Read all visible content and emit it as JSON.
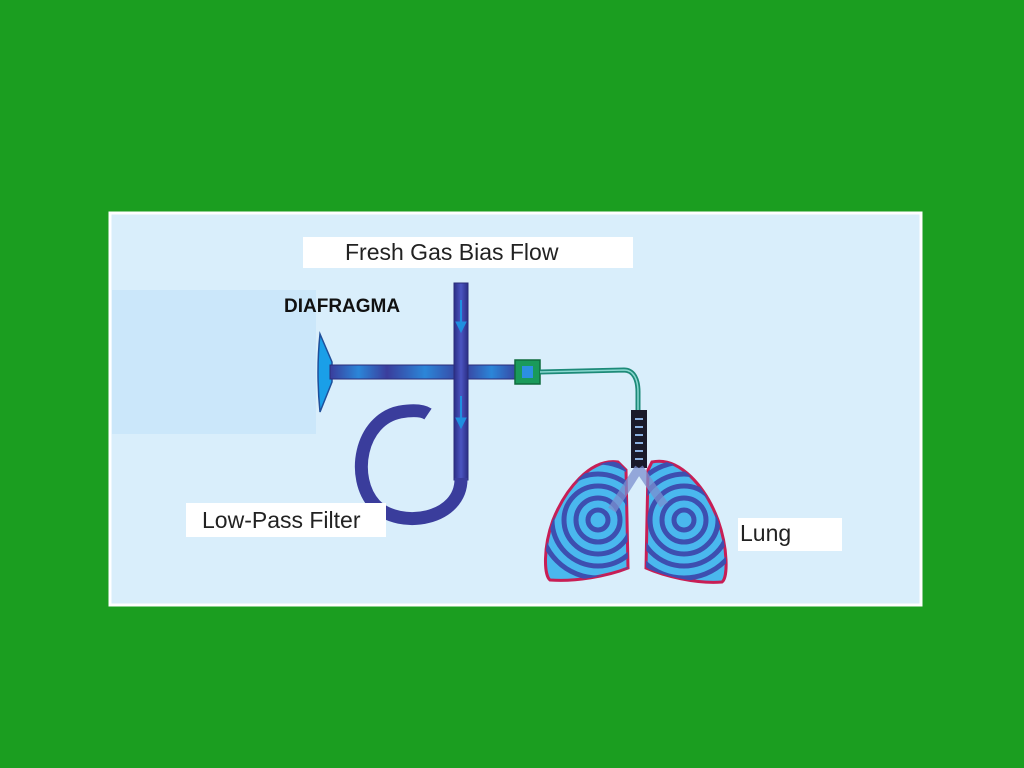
{
  "labels": {
    "fresh_gas": "Fresh Gas Bias Flow",
    "diaphragm": "DIAFRAGMA",
    "filter": "Low-Pass Filter",
    "lung": "Lung"
  },
  "colors": {
    "background": "#1b9e20",
    "panel": "#d9eefb",
    "panel_border": "#ffffff",
    "tube": "#3a3d9c",
    "tube_highlight": "#1f8fe0",
    "diaphragm": "#1a9fe8",
    "connector": "#1a9a5a",
    "lung_fill": "#4ab8ee",
    "lung_outline": "#c81e55",
    "lung_rings": "#3d4fb0"
  },
  "icons": [
    "diaphragm-icon",
    "flow-arrow-icon",
    "lung-icon"
  ]
}
